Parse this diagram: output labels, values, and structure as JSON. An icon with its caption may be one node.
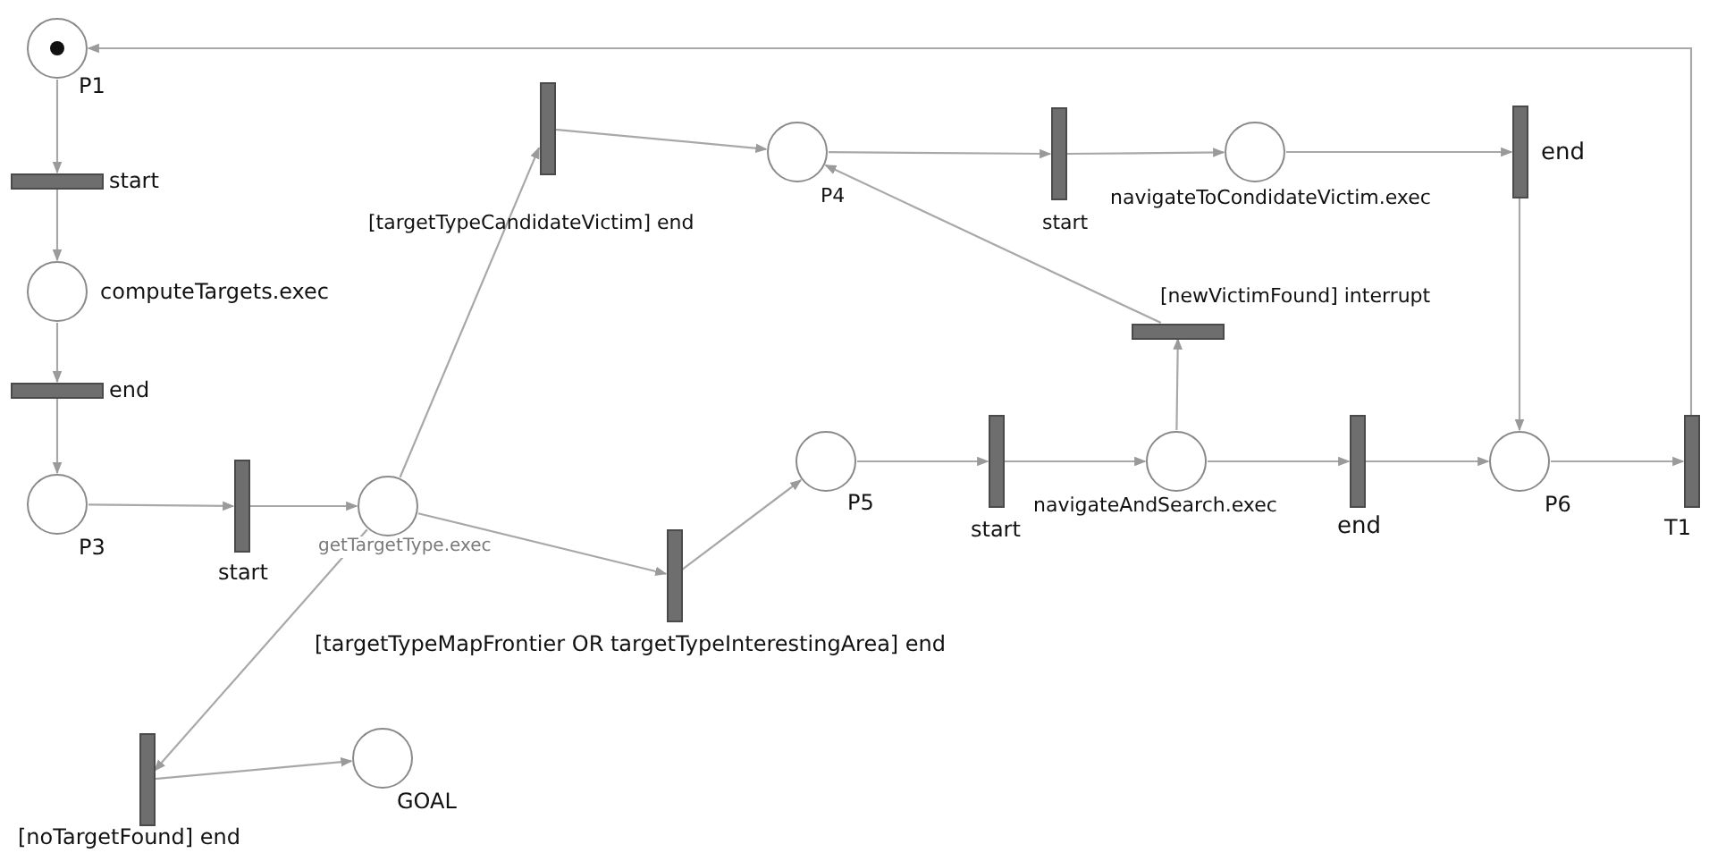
{
  "diagram": {
    "nodes": [
      {
        "text": [],
        "shape": "circle",
        "beside": [
          "P1"
        ]
      },
      {
        "text": [],
        "shape": "bar",
        "beside": [
          "start"
        ]
      },
      {
        "text": [],
        "shape": "circle",
        "beside": [
          "computeTargets.exec"
        ]
      },
      {
        "text": [],
        "shape": "bar",
        "beside": [
          "end"
        ]
      },
      {
        "text": [],
        "shape": "circle",
        "beside": [
          "P3"
        ]
      },
      {
        "text": [],
        "shape": "bar",
        "beside": [
          "start"
        ]
      },
      {
        "text": [],
        "shape": "circle",
        "beside": [
          "getTargetType.exec"
        ]
      },
      {
        "text": [],
        "shape": "bar",
        "beside": [
          "[targetTypeCandidateVictim] end"
        ]
      },
      {
        "text": [],
        "shape": "circle",
        "beside": [
          "P4"
        ]
      },
      {
        "text": [],
        "shape": "bar",
        "beside": [
          "start"
        ]
      },
      {
        "text": [],
        "shape": "circle",
        "beside": [
          "navigateToCondidateVictim.exec"
        ]
      },
      {
        "text": [],
        "shape": "bar",
        "beside": [
          "end"
        ]
      },
      {
        "text": [],
        "shape": "bar",
        "beside": [
          "[newVictimFound] interrupt"
        ]
      },
      {
        "text": [],
        "shape": "bar",
        "beside": [
          "[targetTypeMapFrontier OR targetTypeInterestingArea] end"
        ]
      },
      {
        "text": [],
        "shape": "circle",
        "beside": [
          "P5"
        ]
      },
      {
        "text": [],
        "shape": "bar",
        "beside": [
          "start"
        ]
      },
      {
        "text": [],
        "shape": "circle",
        "beside": [
          "navigateAndSearch.exec"
        ]
      },
      {
        "text": [],
        "shape": "bar",
        "beside": [
          "end"
        ]
      },
      {
        "text": [],
        "shape": "circle",
        "beside": [
          "P6"
        ]
      },
      {
        "text": [],
        "shape": "bar",
        "beside": [
          "T1"
        ]
      },
      {
        "text": [],
        "shape": "bar",
        "beside": [
          "[noTargetFound] end"
        ]
      },
      {
        "text": [],
        "shape": "circle",
        "beside": [
          "GOAL"
        ]
      }
    ],
    "edges": [
      {
        "from": 0,
        "to": 1,
        "arrow": "to"
      },
      {
        "from": 1,
        "to": 2,
        "arrow": "to"
      },
      {
        "from": 2,
        "to": 3,
        "arrow": "to"
      },
      {
        "from": 3,
        "to": 4,
        "arrow": "to"
      },
      {
        "from": 4,
        "to": 5,
        "arrow": "to"
      },
      {
        "from": 5,
        "to": 6,
        "arrow": "to"
      },
      {
        "from": 6,
        "to": 7,
        "arrow": "to"
      },
      {
        "from": 7,
        "to": 8,
        "arrow": "to"
      },
      {
        "from": 8,
        "to": 9,
        "arrow": "to"
      },
      {
        "from": 9,
        "to": 10,
        "arrow": "to"
      },
      {
        "from": 10,
        "to": 11,
        "arrow": "to"
      },
      {
        "from": 11,
        "to": 18,
        "arrow": "to"
      },
      {
        "from": 6,
        "to": 13,
        "arrow": "to"
      },
      {
        "from": 13,
        "to": 14,
        "arrow": "to"
      },
      {
        "from": 14,
        "to": 15,
        "arrow": "to"
      },
      {
        "from": 15,
        "to": 16,
        "arrow": "to"
      },
      {
        "from": 16,
        "to": 17,
        "arrow": "to"
      },
      {
        "from": 17,
        "to": 18,
        "arrow": "to"
      },
      {
        "from": 18,
        "to": 19,
        "arrow": "to"
      },
      {
        "from": 19,
        "to": 0,
        "arrow": "to"
      },
      {
        "from": 16,
        "to": 12,
        "arrow": "to"
      },
      {
        "from": 12,
        "to": 8,
        "arrow": "to"
      },
      {
        "from": 6,
        "to": 20,
        "arrow": "to"
      },
      {
        "from": 20,
        "to": 21,
        "arrow": "to"
      }
    ]
  }
}
